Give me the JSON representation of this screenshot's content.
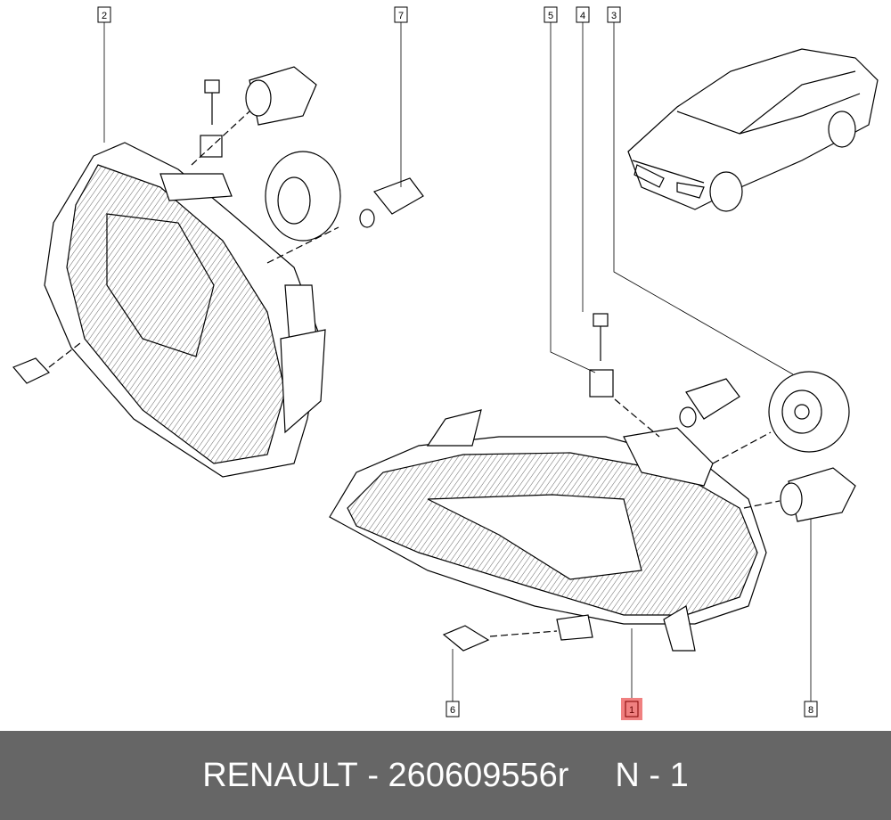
{
  "diagram": {
    "callouts": {
      "c1": "1",
      "c2": "2",
      "c3": "3",
      "c4": "4",
      "c5": "5",
      "c6": "6",
      "c7": "7",
      "c8": "8"
    },
    "highlight_color": "#f08080"
  },
  "footer": {
    "brand": "RENAULT",
    "separator": "-",
    "part_number": "260609556r",
    "quantity_label": "N - 1"
  }
}
